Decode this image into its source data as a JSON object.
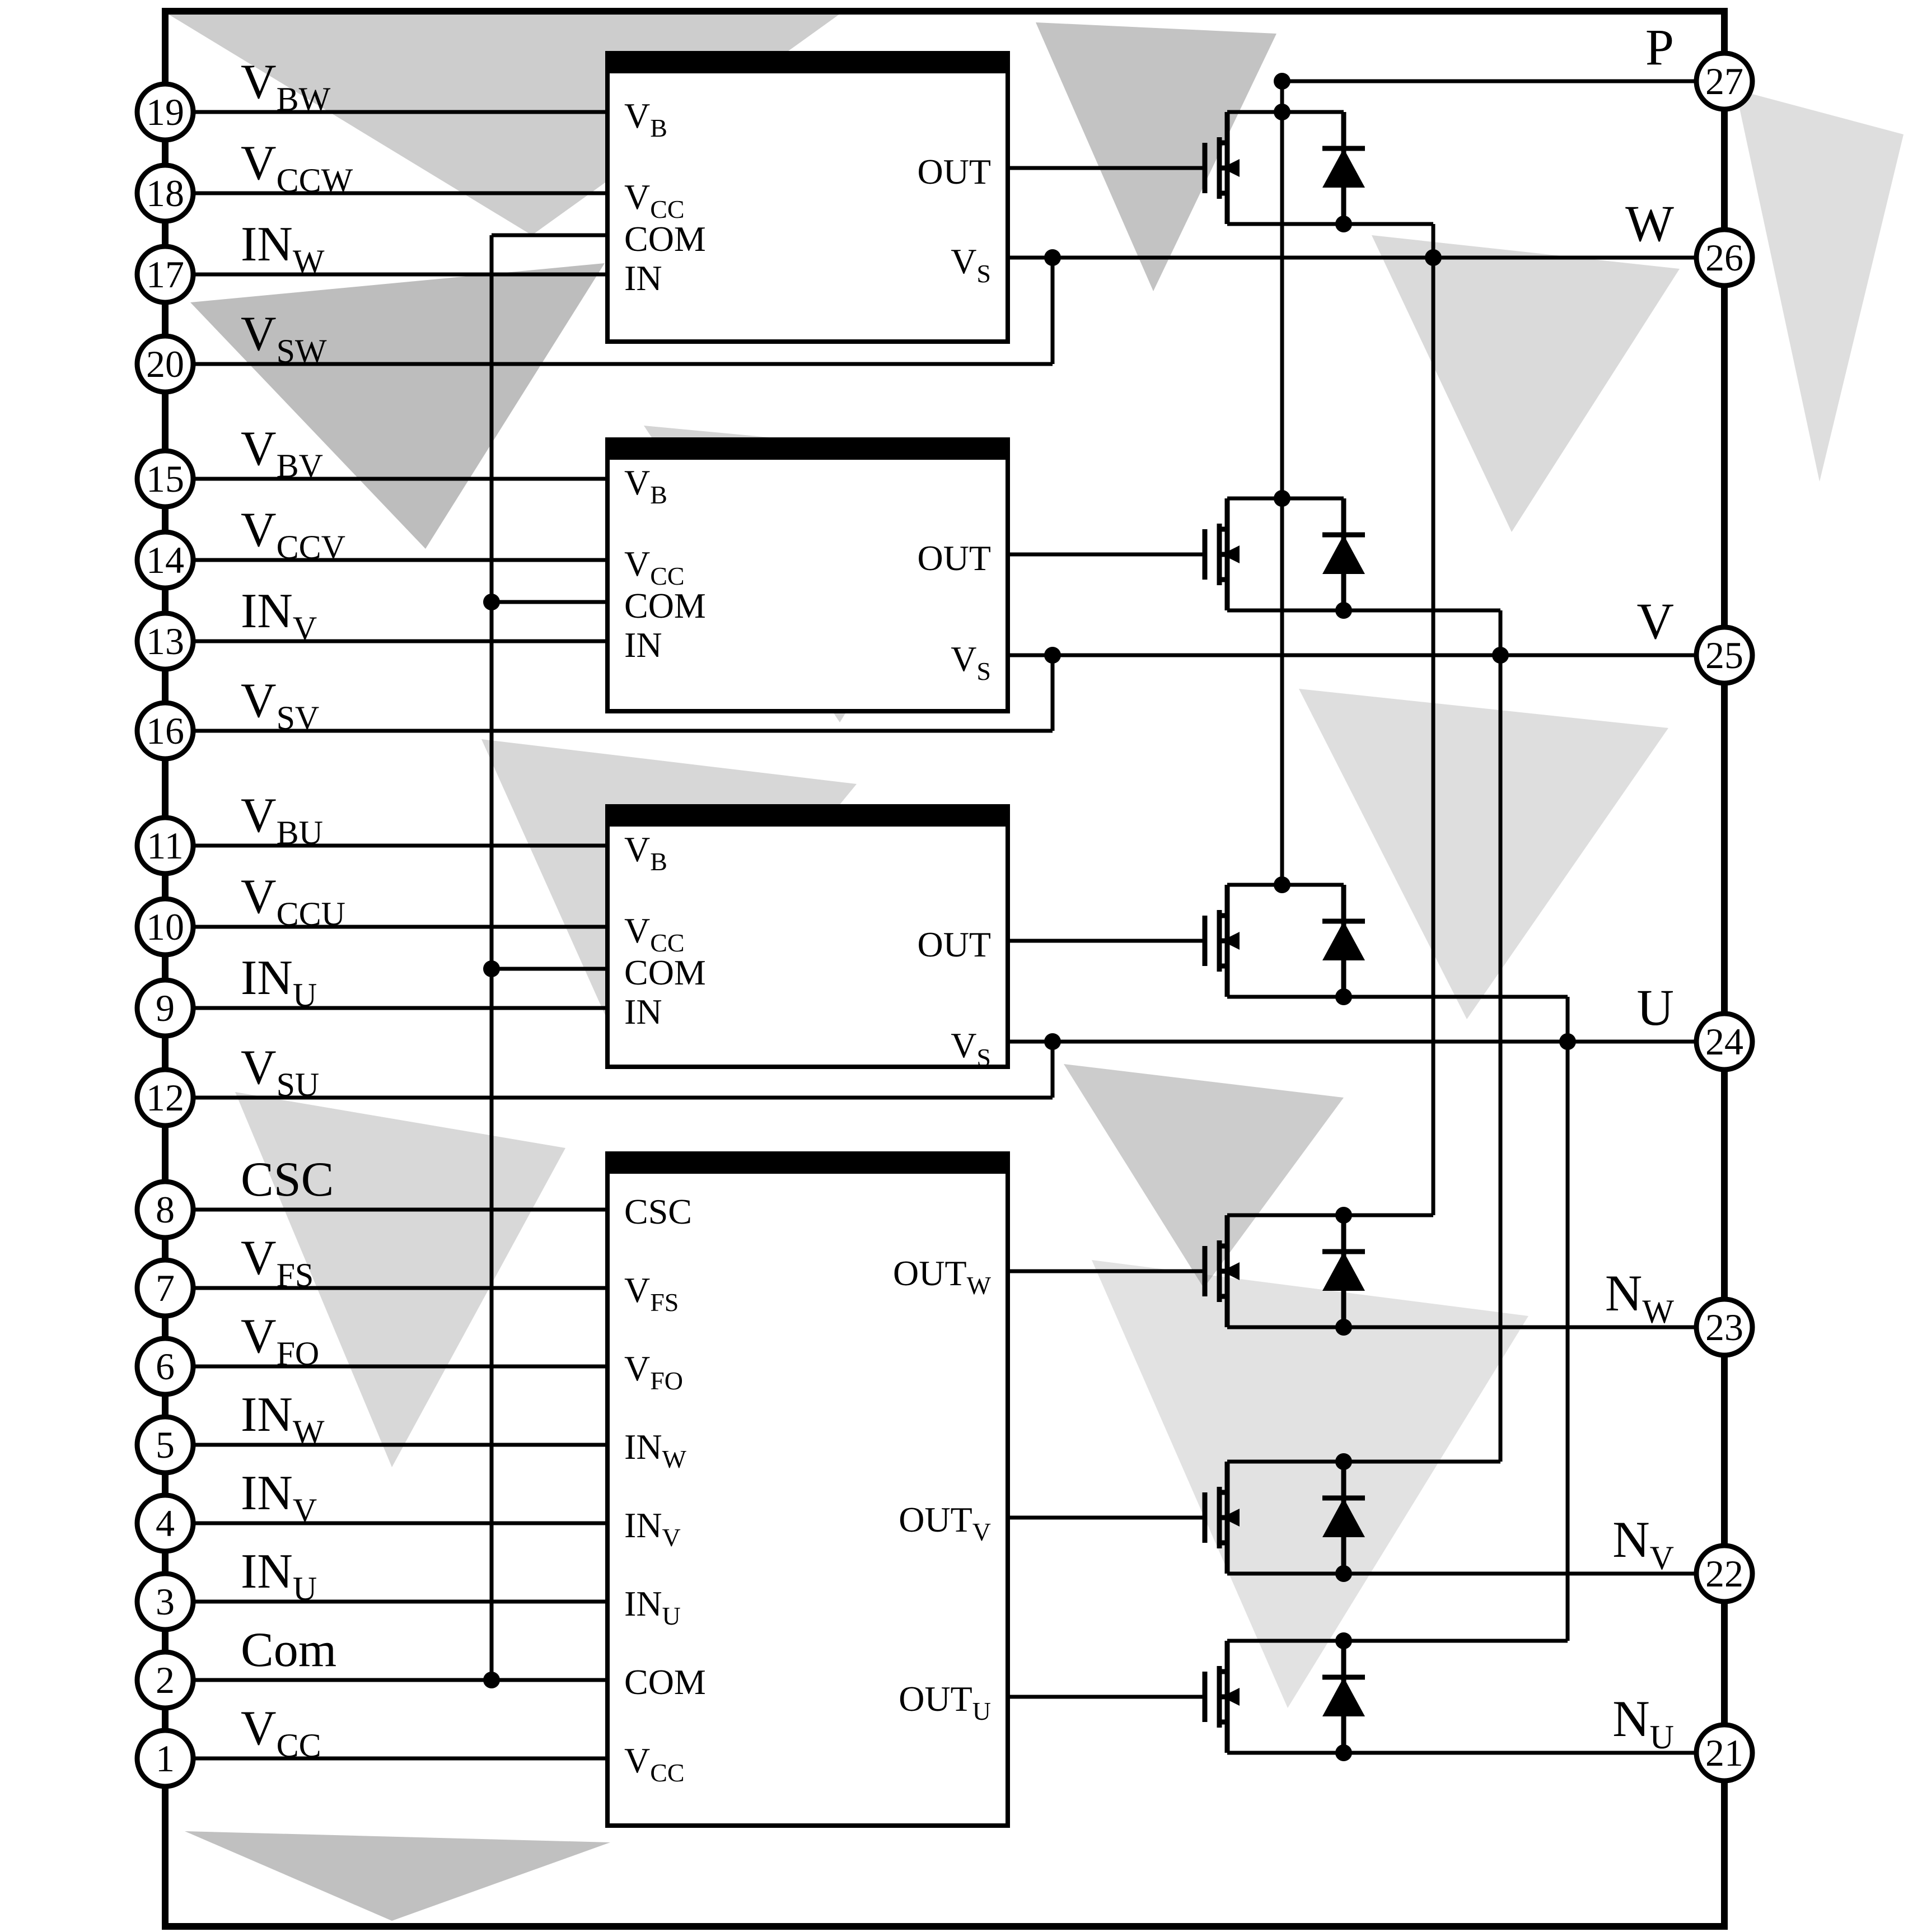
{
  "left_pins": [
    {
      "n": "19",
      "m": "V",
      "s": "BW"
    },
    {
      "n": "18",
      "m": "V",
      "s": "CCW"
    },
    {
      "n": "17",
      "m": "IN",
      "s": "W"
    },
    {
      "n": "20",
      "m": "V",
      "s": "SW"
    },
    {
      "n": "15",
      "m": "V",
      "s": "BV"
    },
    {
      "n": "14",
      "m": "V",
      "s": "CCV"
    },
    {
      "n": "13",
      "m": "IN",
      "s": "V"
    },
    {
      "n": "16",
      "m": "V",
      "s": "SV"
    },
    {
      "n": "11",
      "m": "V",
      "s": "BU"
    },
    {
      "n": "10",
      "m": "V",
      "s": "CCU"
    },
    {
      "n": "9",
      "m": "IN",
      "s": "U"
    },
    {
      "n": "12",
      "m": "V",
      "s": "SU"
    },
    {
      "n": "8",
      "m": "CSC",
      "s": ""
    },
    {
      "n": "7",
      "m": "V",
      "s": "FS"
    },
    {
      "n": "6",
      "m": "V",
      "s": "FO"
    },
    {
      "n": "5",
      "m": "IN",
      "s": "W"
    },
    {
      "n": "4",
      "m": "IN",
      "s": "V"
    },
    {
      "n": "3",
      "m": "IN",
      "s": "U"
    },
    {
      "n": "2",
      "m": "Com",
      "s": ""
    },
    {
      "n": "1",
      "m": "V",
      "s": "CC"
    }
  ],
  "right_pins": [
    {
      "n": "27",
      "m": "P",
      "s": ""
    },
    {
      "n": "26",
      "m": "W",
      "s": ""
    },
    {
      "n": "25",
      "m": "V",
      "s": ""
    },
    {
      "n": "24",
      "m": "U",
      "s": ""
    },
    {
      "n": "23",
      "m": "N",
      "s": "W"
    },
    {
      "n": "22",
      "m": "N",
      "s": "V"
    },
    {
      "n": "21",
      "m": "N",
      "s": "U"
    }
  ],
  "hvic_labels": {
    "vb_m": "V",
    "vb_s": "B",
    "vcc_m": "V",
    "vcc_s": "CC",
    "com": "COM",
    "in_m": "IN",
    "in_s": "",
    "out": "OUT",
    "vs_m": "V",
    "vs_s": "S"
  },
  "lvic_labels": {
    "csc": "CSC",
    "vfs_m": "V",
    "vfs_s": "FS",
    "vfo_m": "V",
    "vfo_s": "FO",
    "inw_m": "IN",
    "inw_s": "W",
    "inv_m": "IN",
    "inv_s": "V",
    "inu_m": "IN",
    "inu_s": "U",
    "com": "COM",
    "vcc_m": "V",
    "vcc_s": "CC",
    "outw_m": "OUT",
    "outw_s": "W",
    "outv_m": "OUT",
    "outv_s": "V",
    "outu_m": "OUT",
    "outu_s": "U"
  },
  "colors": {
    "line": "#000000",
    "background": "#ffffff",
    "block_fill": "#ffffff",
    "header_fill": "#000000",
    "noise_grays": [
      "#4a4a4a",
      "#6f6f6f",
      "#909090",
      "#ababab",
      "#c8c8c8"
    ]
  }
}
